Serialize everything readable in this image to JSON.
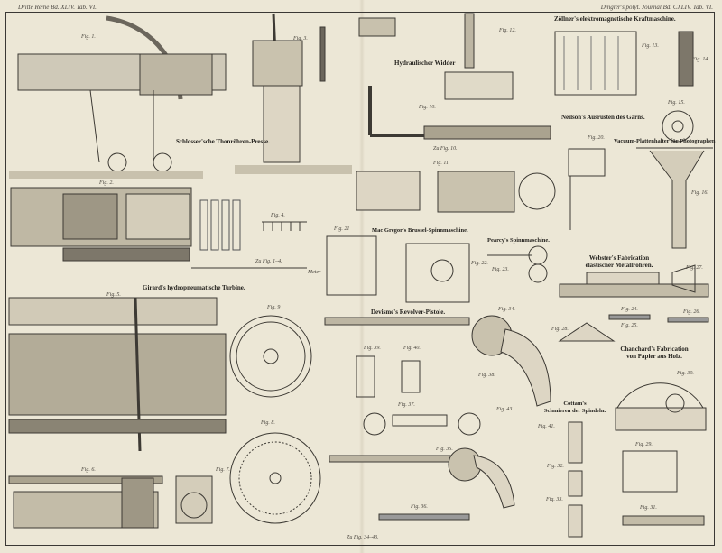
{
  "header": {
    "left": "Dritte Reihe Bd. XLIV. Tab. VI.",
    "right": "Dingler's polyt. Journal Bd. CXLIV. Tab. VI."
  },
  "titles": {
    "zoellner": "Zöllner's elektromagnetische Kraftmaschine.",
    "widder": "Hydraulischer Widder",
    "neilson": "Neilson's Ausrüsten des Garns.",
    "vacuum": "Vacuum-Plattenhalter für Photographen",
    "schlosser": "Schlosser'sche Thonröhren-Presse.",
    "macgregor": "Mac Gregor's Brussel-Spinnmaschine.",
    "pearcy": "Pearcy's Spinnmaschine.",
    "webster_1": "Webster's Fabrication",
    "webster_2": "elastischer Metallröhren.",
    "girard": "Girard's hydropneumatische Turbine.",
    "devisme": "Devisme's Revolver-Pistole.",
    "chanchard_1": "Chanchard's Fabrication",
    "chanchard_2": "von Papier aus Holz.",
    "cottam_1": "Cottam's",
    "cottam_2": "Schmieren der Spindeln."
  },
  "figs": {
    "f1": "Fig. 1.",
    "f2": "Fig. 2.",
    "f3": "Fig. 3.",
    "f4": "Fig. 4.",
    "f5": "Fig. 5.",
    "f6": "Fig. 6.",
    "f7": "Fig. 7.",
    "f8": "Fig. 8.",
    "f9": "Fig. 9",
    "f10": "Fig. 10.",
    "f11": "Fig. 11.",
    "f12": "Fig. 12.",
    "f13": "Fig. 13.",
    "f14": "Fig. 14.",
    "f15": "Fig. 15.",
    "f16": "Fig. 16.",
    "f20": "Fig. 20.",
    "f21": "Fig. 21",
    "f22": "Fig. 22.",
    "f23": "Fig. 23.",
    "f24": "Fig. 24.",
    "f25": "Fig. 25.",
    "f26": "Fig. 26.",
    "f27": "Fig. 27.",
    "f28": "Fig. 28.",
    "f29": "Fig. 29.",
    "f30": "Fig. 30.",
    "f31": "Fig. 31.",
    "f32": "Fig. 32.",
    "f33": "Fig. 33.",
    "f34": "Fig. 34.",
    "f35": "Fig. 35.",
    "f36": "Fig. 36.",
    "f37": "Fig. 37.",
    "f38": "Fig. 38.",
    "f39": "Fig. 39.",
    "f40": "Fig. 40.",
    "f41": "Fig. 41.",
    "f43": "Fig. 43."
  },
  "scales": {
    "s14": "Zu Fig. 1–4.",
    "meter": "Meter",
    "s10": "Zu Fig. 10.",
    "s3443": "Zu Fig. 34–43."
  }
}
